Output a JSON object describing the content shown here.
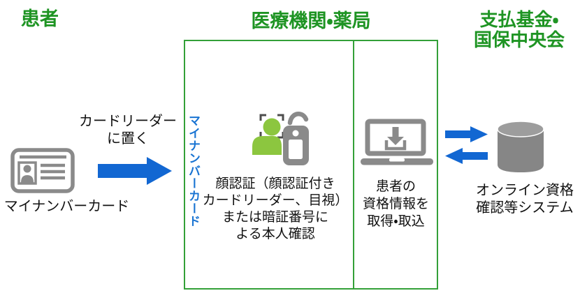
{
  "colors": {
    "header_green": "#1e9423",
    "box_border_green": "#33a038",
    "arrow_blue": "#1267d2",
    "vertical_label_blue": "#1873d2",
    "text_black": "#111111",
    "icon_gray": "#8a8a8a",
    "db_gray": "#868686",
    "db_gray_top": "#9d9d9d",
    "person_green": "#8cc63f",
    "bracket_gray": "#4d4d4d"
  },
  "headers": {
    "patient": "患者",
    "medical_org": "医療機関・薬局",
    "payer_line1": "支払基金・",
    "payer_line2": "国保中央会"
  },
  "patient_side": {
    "card_label": "マイナンバーカード",
    "action_line1": "カードリーダー",
    "action_line2": "に置く"
  },
  "clinic_box": {
    "vertical_label": "マイナンバーカード",
    "identity_check_lines": [
      "顔認証（顔認証付き",
      "カードリーダー、目視）",
      "または暗証番号に",
      "よる本人確認"
    ],
    "acquisition_lines": [
      "患者の",
      "資格情報を",
      "取得・取込"
    ]
  },
  "system_side": {
    "label_line1": "オンライン資格",
    "label_line2": "確認等システム"
  },
  "icons": {
    "card": "id-card-icon",
    "face": "face-recognition-icon",
    "reader": "card-reader-lock-icon",
    "laptop": "laptop-download-icon",
    "database": "database-cylinder-icon",
    "main_arrow": "arrow-right-icon",
    "exchange_right": "arrow-right-icon",
    "exchange_left": "arrow-left-icon"
  }
}
